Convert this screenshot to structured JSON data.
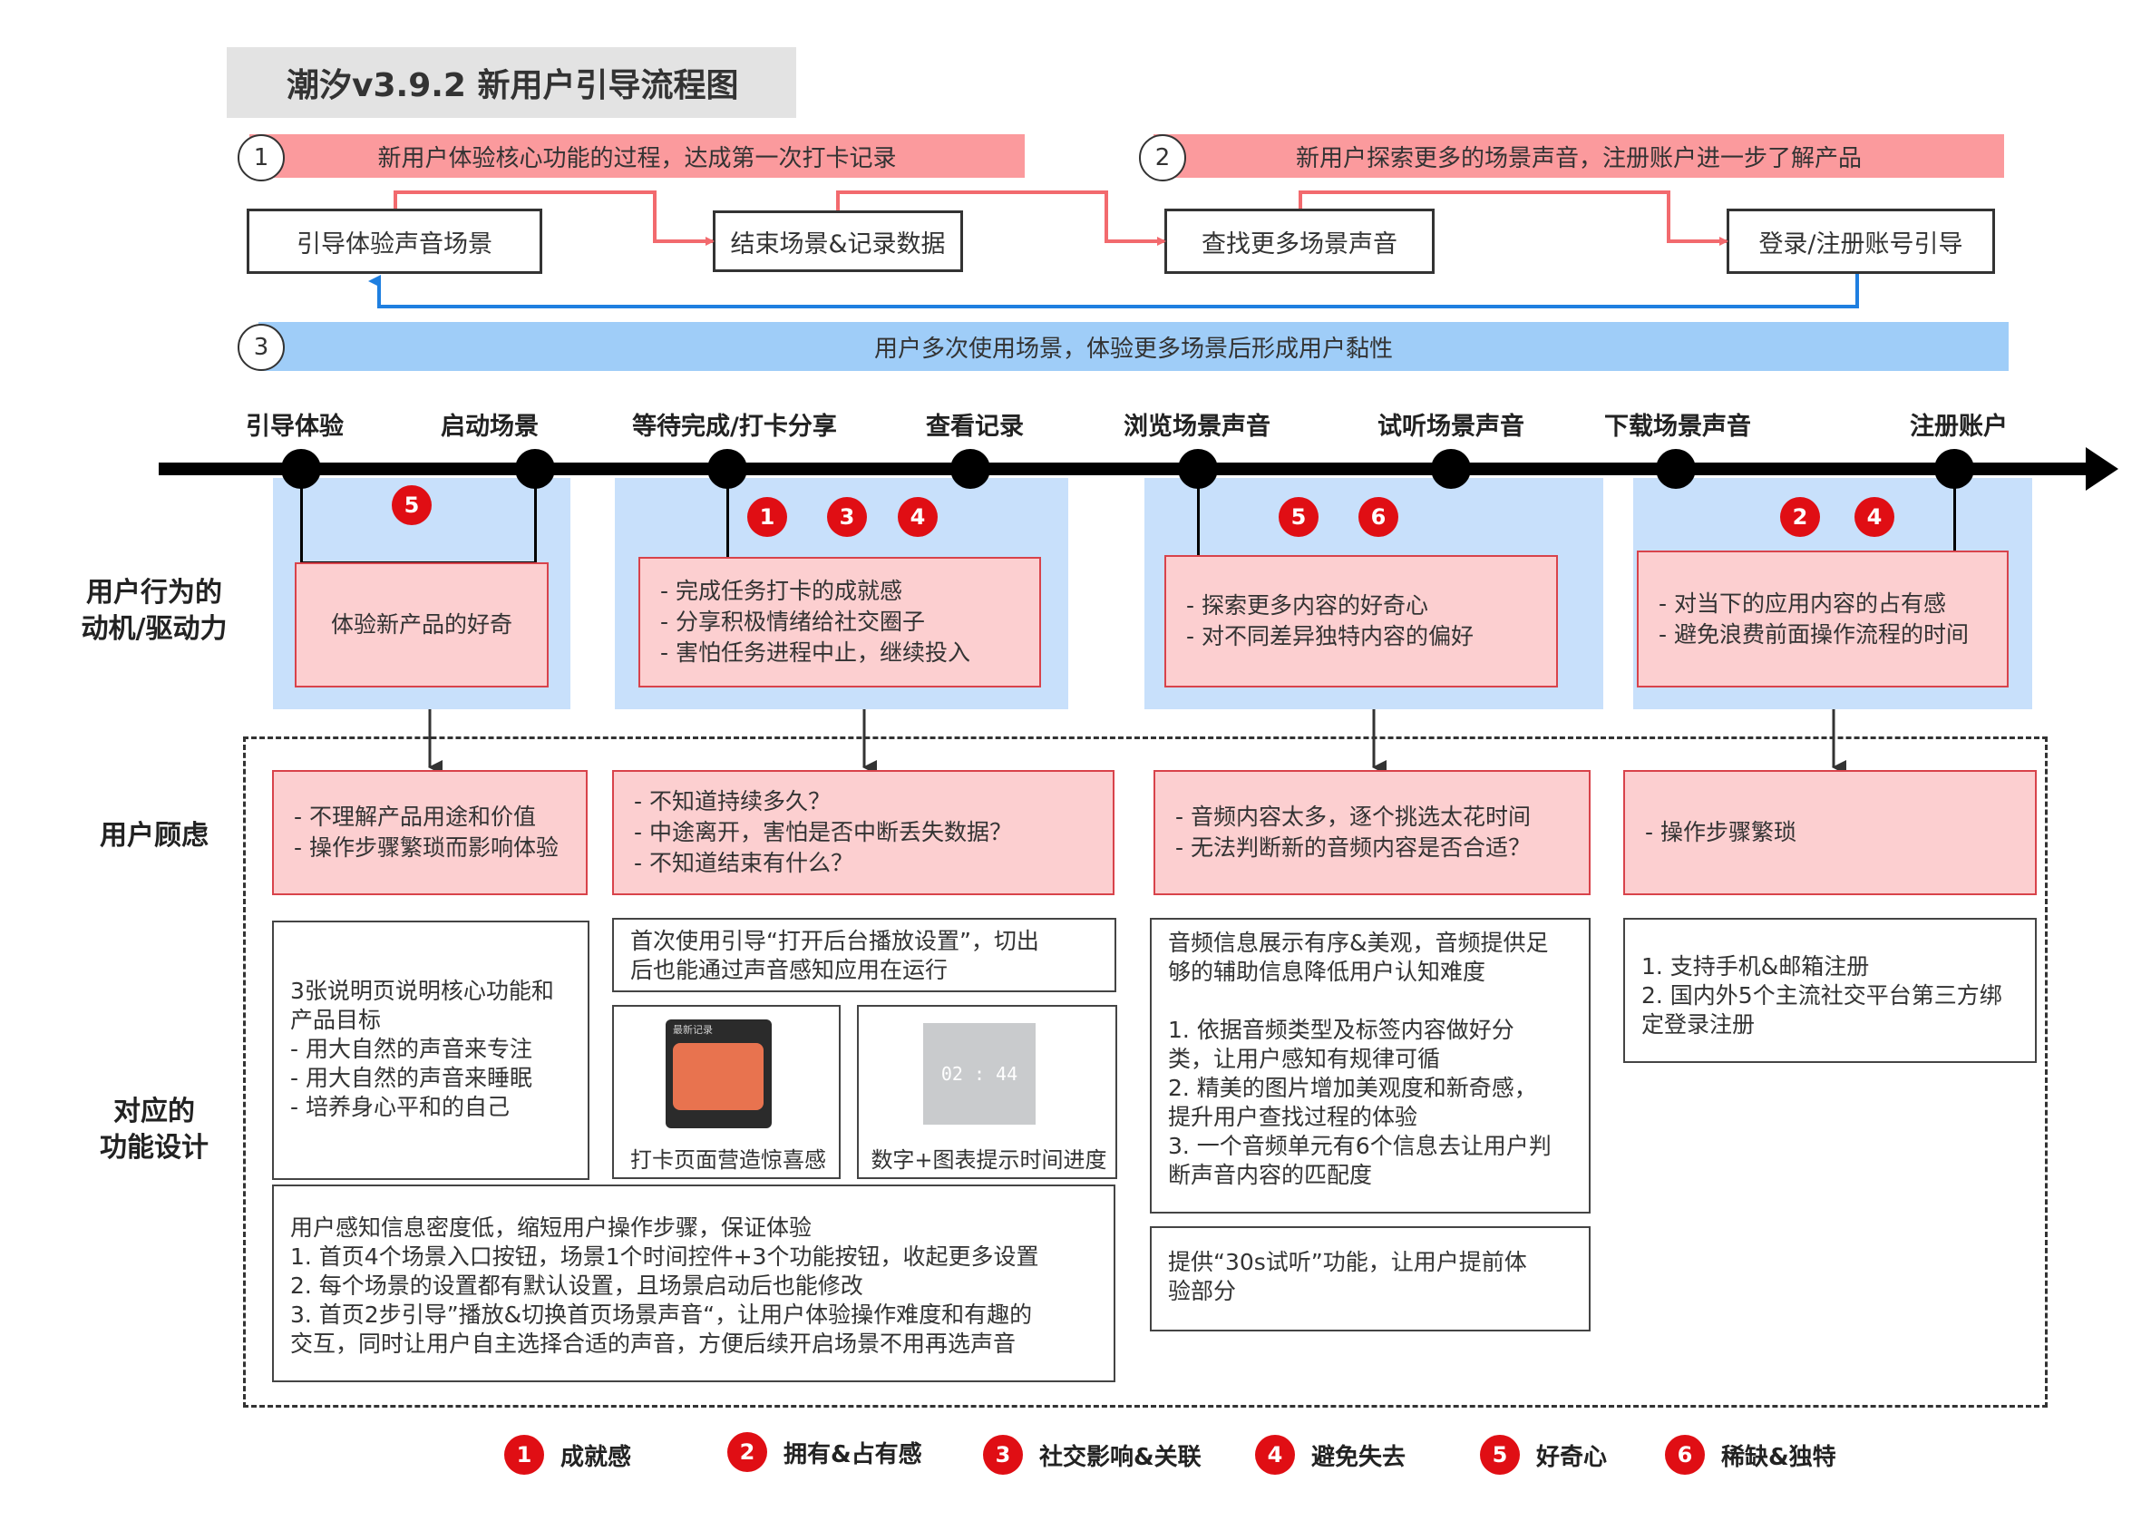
{
  "title": "潮汐v3.9.2  新用户引导流程图",
  "phases": [
    {
      "num": "1",
      "text": "新用户体验核心功能的过程，达成第一次打卡记录"
    },
    {
      "num": "2",
      "text": "新用户探索更多的场景声音，注册账户进一步了解产品"
    },
    {
      "num": "3",
      "text": "用户多次使用场景，体验更多场景后形成用户黏性"
    }
  ],
  "steps": [
    "引导体验声音场景",
    "结束场景&记录数据",
    "查找更多场景声音",
    "登录/注册账号引导"
  ],
  "stages": [
    "引导体验",
    "启动场景",
    "等待完成/打卡分享",
    "查看记录",
    "浏览场景声音",
    "试听场景声音",
    "下载场景声音",
    "注册账户"
  ],
  "row_labels": {
    "motivation": "用户行为的\n动机/驱动力",
    "concern": "用户顾虑",
    "design": "对应的\n功能设计"
  },
  "motivation_badges": [
    [
      "5"
    ],
    [
      "1",
      "3",
      "4"
    ],
    [
      "5",
      "6"
    ],
    [
      "2",
      "4"
    ]
  ],
  "motivations": [
    "体验新产品的好奇",
    "- 完成任务打卡的成就感\n- 分享积极情绪给社交圈子\n- 害怕任务进程中止，继续投入",
    "- 探索更多内容的好奇心\n- 对不同差异独特内容的偏好",
    "- 对当下的应用内容的占有感\n- 避免浪费前面操作流程的时间"
  ],
  "concerns": [
    "- 不理解产品用途和价值\n- 操作步骤繁琐而影响体验",
    "- 不知道持续多久？\n- 中途离开，害怕是否中断丢失数据？\n- 不知道结束有什么？",
    "- 音频内容太多，逐个挑选太花时间\n- 无法判断新的音频内容是否合适？",
    "- 操作步骤繁琐"
  ],
  "designs": {
    "onboarding_pages": "3张说明页说明核心功能和\n产品目标\n- 用大自然的声音来专注\n- 用大自然的声音来睡眠\n- 培养身心平和的自己",
    "background_play": "首次使用引导“打开后台播放设置”，切出\n后也能通过声音感知应用在运行",
    "checkin_caption": "打卡页面营造惊喜感",
    "timer_caption": "数字+图表提示时间进度",
    "timer_text": "02 : 44",
    "phone_header": "最新记录",
    "simplify": "用户感知信息密度低，缩短用户操作步骤，保证体验\n1. 首页4个场景入口按钮，场景1个时间控件+3个功能按钮，收起更多设置\n2. 每个场景的设置都有默认设置，且场景启动后也能修改\n3. 首页2步引导”播放&切换首页场景声音“，让用户体验操作难度和有趣的\n交互，同时让用户自主选择合适的声音，方便后续开启场景不用再选声音",
    "audio_info": "音频信息展示有序&美观，音频提供足\n够的辅助信息降低用户认知难度\n\n1. 依据音频类型及标签内容做好分\n类，让用户感知有规律可循\n2.  精美的图片增加美观度和新奇感，\n提升用户查找过程的体验\n3. 一个音频单元有6个信息去让用户判\n断声音内容的匹配度",
    "preview": "提供“30s试听”功能，让用户提前体\n验部分",
    "register": "1. 支持手机&邮箱注册\n2. 国内外5个主流社交平台第三方绑\n定登录注册"
  },
  "legend": [
    {
      "num": "1",
      "label": "成就感"
    },
    {
      "num": "2",
      "label": "拥有&占有感"
    },
    {
      "num": "3",
      "label": "社交影响&关联"
    },
    {
      "num": "4",
      "label": "避免失去"
    },
    {
      "num": "5",
      "label": "好奇心"
    },
    {
      "num": "6",
      "label": "稀缺&独特"
    }
  ],
  "colors": {
    "phase_red": "#fb9a9d",
    "phase_blue": "#9fcdf8",
    "flow_arrow": "#f26a6e",
    "loop_arrow": "#1f7fe0",
    "badge": "#e00e14",
    "lane": "#c8e0fb",
    "pink_fill": "#fccfd0",
    "pink_border": "#d8434b"
  }
}
